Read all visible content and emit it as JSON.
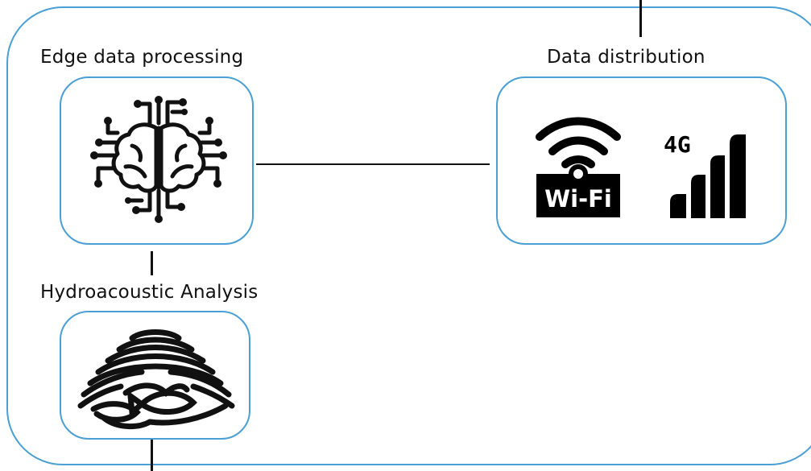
{
  "nodes": {
    "edge": {
      "label": "Edge data processing",
      "icon": "brain-circuit-icon"
    },
    "distribution": {
      "label": "Data distribution",
      "wifi_text": "Wi-Fi",
      "cell_text": "4G"
    },
    "hydro": {
      "label": "Hydroacoustic Analysis",
      "icon": "sonar-fish-icon"
    }
  },
  "colors": {
    "border": "#4a9fd4",
    "ink": "#111111"
  }
}
